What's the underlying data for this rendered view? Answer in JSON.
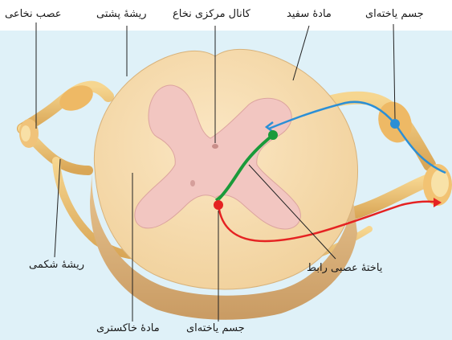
{
  "labels": {
    "spinal_nerve": "عصب نخاعی",
    "dorsal_root": "ریشهٔ پشتی",
    "central_canal": "کانال مرکزی نخاع",
    "white_matter": "مادهٔ سفید",
    "cell_body_top": "جسم یاخته‌ای",
    "ventral_root": "ریشهٔ شکمی",
    "interneuron": "یاختهٔ عصبی رابط",
    "gray_matter": "مادهٔ خاکستری",
    "cell_body_bottom": "جسم یاخته‌ای"
  },
  "colors": {
    "panel_bg": "#dff1f8",
    "white_matter": "#f6dcae",
    "gray_matter": "#f2c6c1",
    "nerve": "#efc476",
    "sensory_neuron": "#2b8fd6",
    "interneuron": "#1a9a3a",
    "motor_neuron": "#e52222"
  }
}
